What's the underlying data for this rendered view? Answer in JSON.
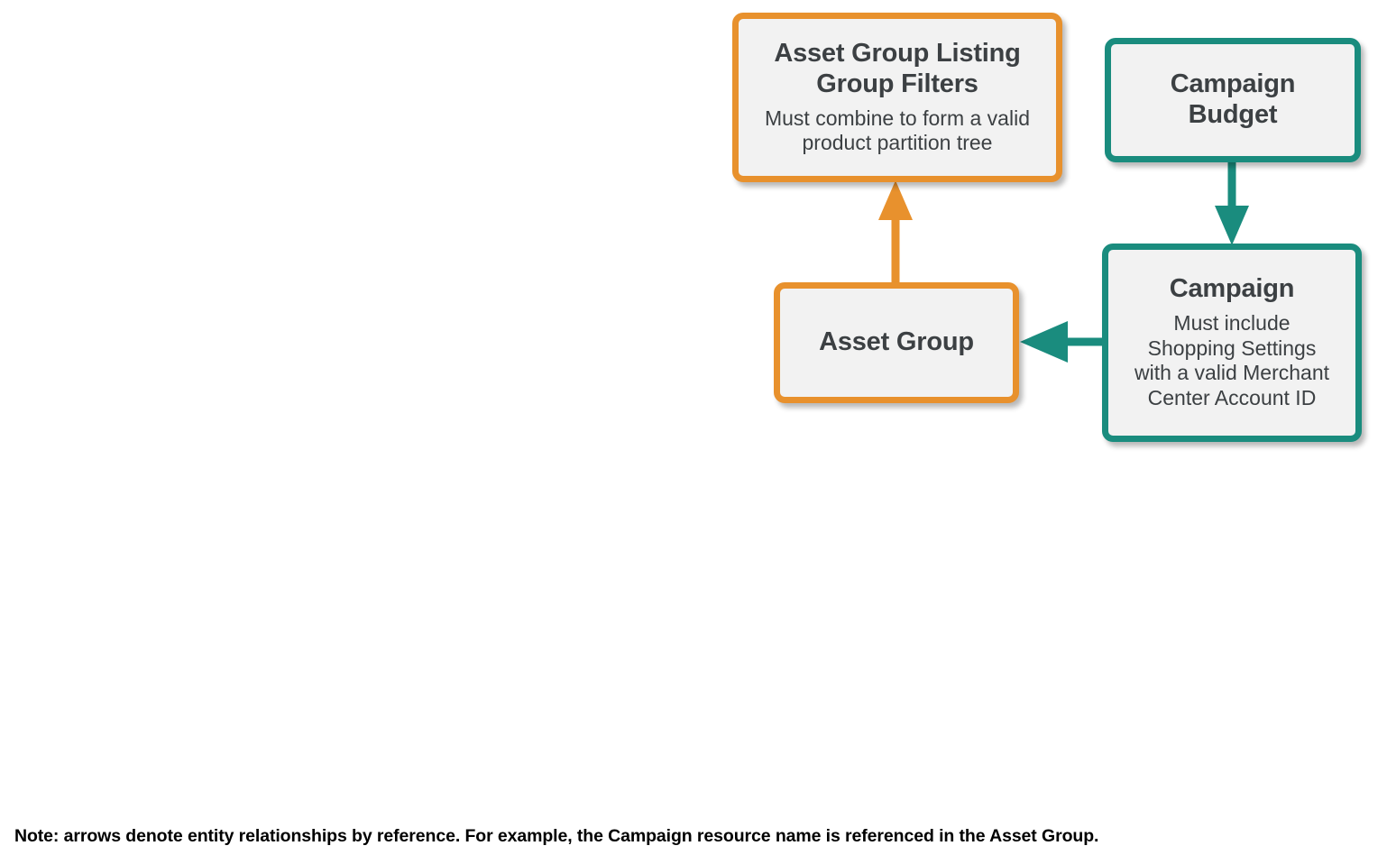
{
  "diagram": {
    "colors": {
      "orange": "#e8912d",
      "teal": "#1a8c7e",
      "box_fill": "#f2f2f2",
      "text": "#3c4043",
      "note_text": "#000000",
      "background": "#ffffff"
    },
    "nodes": [
      {
        "id": "asset-group-listing-group-filters",
        "title": "Asset Group Listing\nGroup Filters",
        "subtitle": "Must combine to form a valid\nproduct partition tree",
        "color": "orange"
      },
      {
        "id": "campaign-budget",
        "title": "Campaign\nBudget",
        "subtitle": "",
        "color": "teal"
      },
      {
        "id": "asset-group",
        "title": "Asset Group",
        "subtitle": "",
        "color": "orange"
      },
      {
        "id": "campaign",
        "title": "Campaign",
        "subtitle": "Must include\nShopping Settings\nwith a valid Merchant\nCenter Account ID",
        "color": "teal"
      }
    ],
    "edges": [
      {
        "id": "asset-group-to-listing-filters",
        "from": "asset-group",
        "to": "asset-group-listing-group-filters",
        "direction": "up",
        "color": "orange"
      },
      {
        "id": "campaign-budget-to-campaign",
        "from": "campaign-budget",
        "to": "campaign",
        "direction": "down",
        "color": "teal"
      },
      {
        "id": "campaign-to-asset-group",
        "from": "campaign",
        "to": "asset-group",
        "direction": "left",
        "color": "teal"
      }
    ],
    "note": "Note: arrows denote entity relationships by reference. For example, the Campaign resource name is referenced in the Asset Group."
  }
}
